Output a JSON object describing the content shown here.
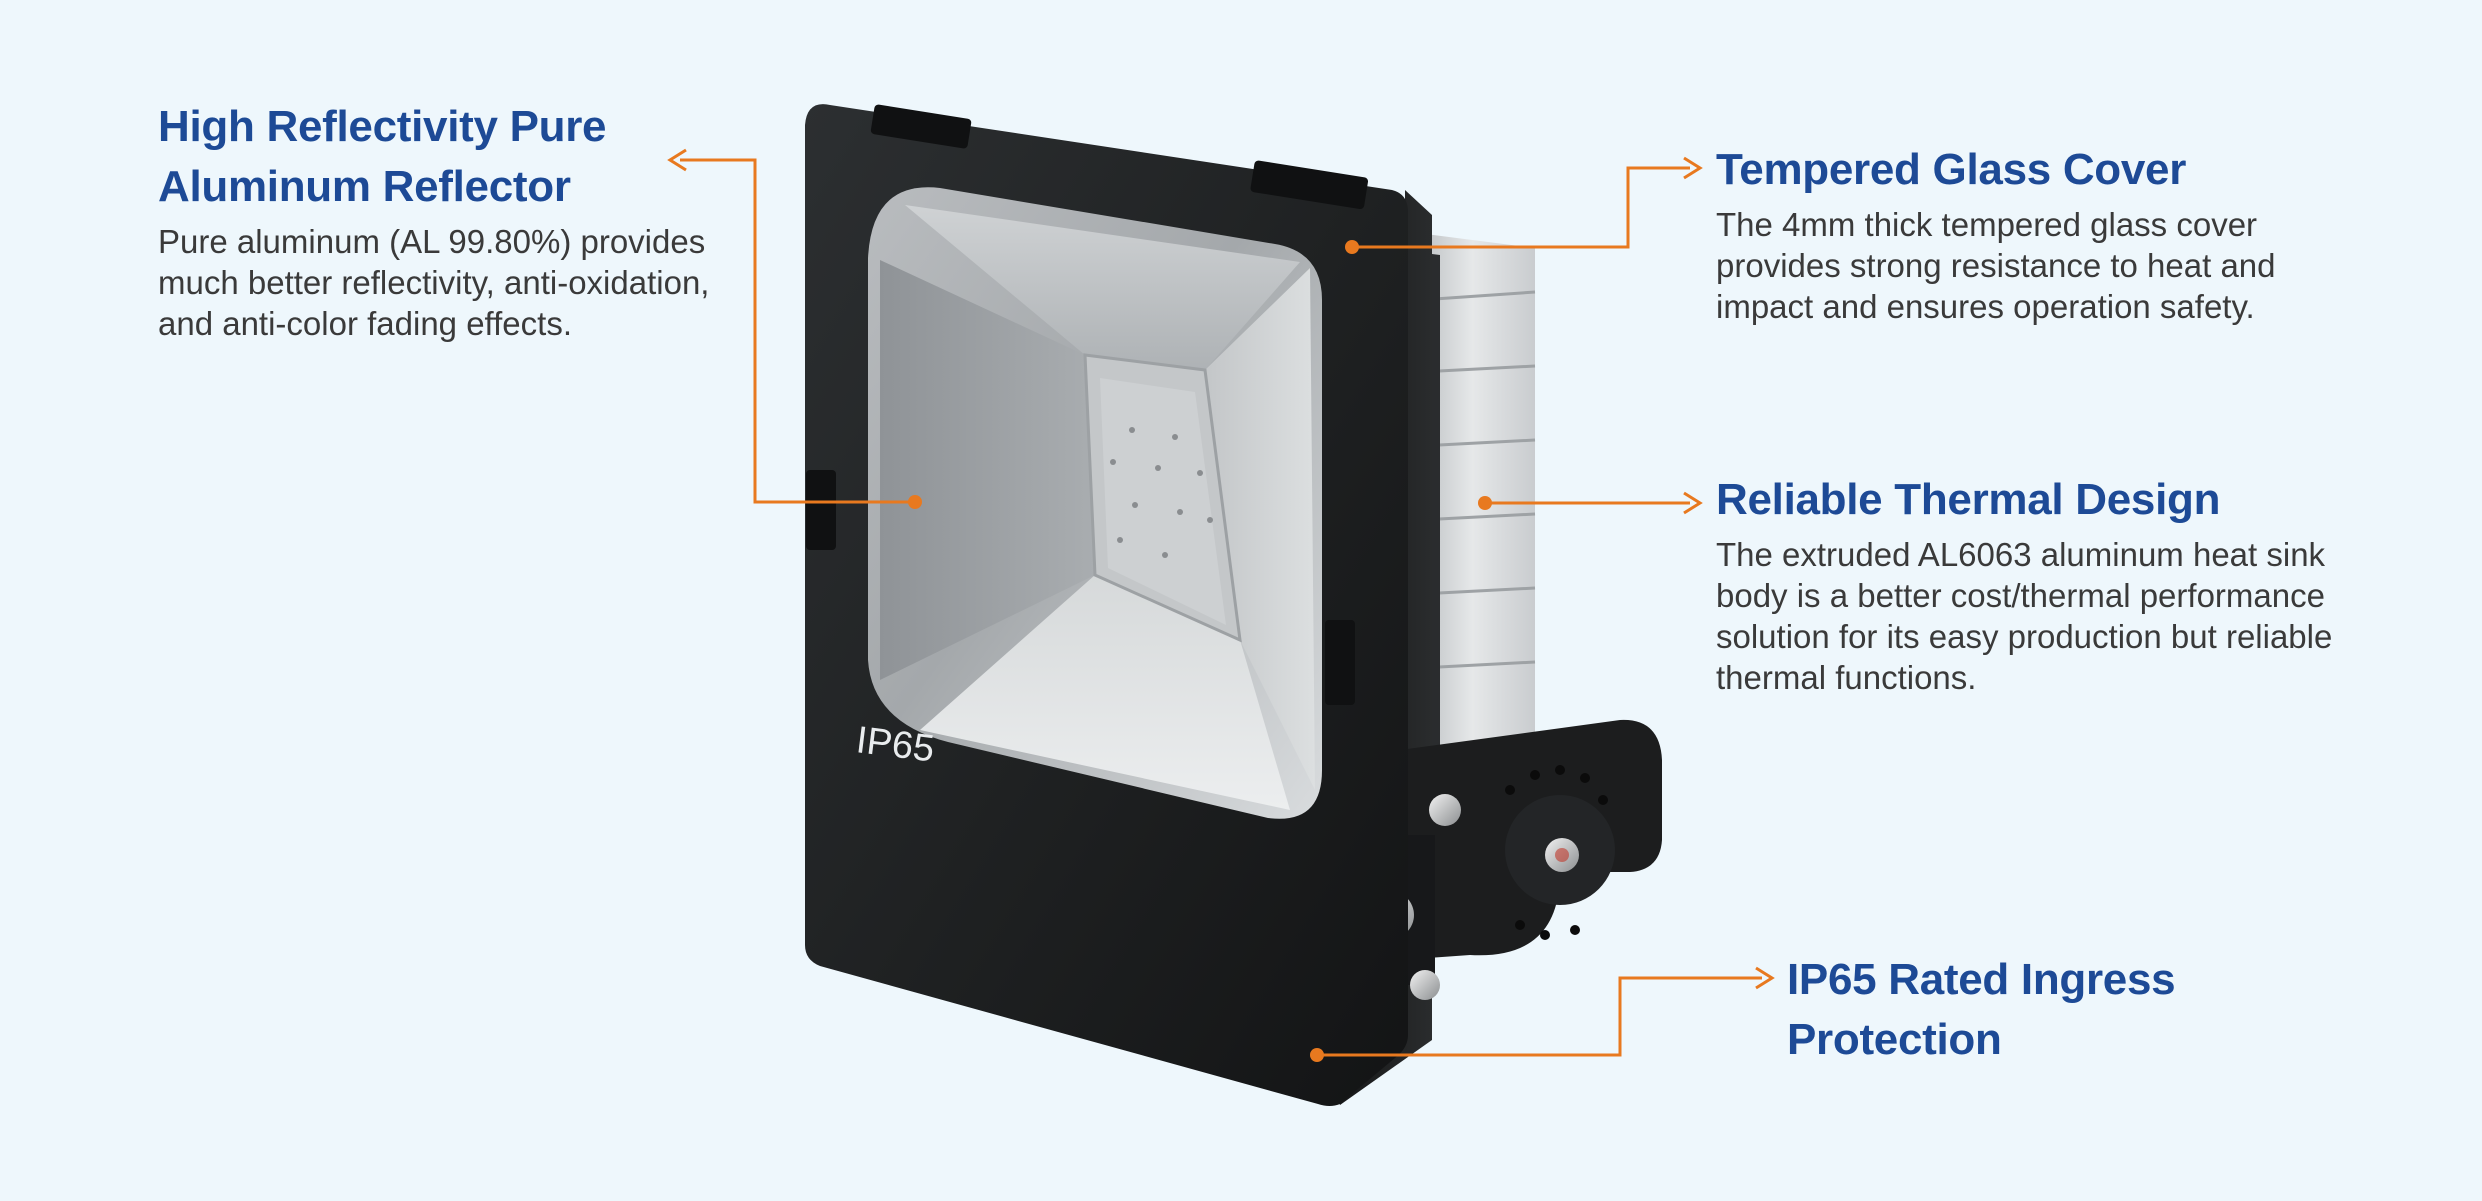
{
  "product": {
    "rating_label": "IP65"
  },
  "callouts": {
    "reflector": {
      "title": "High Reflectivity Pure Aluminum Reflector",
      "body": "Pure aluminum (AL 99.80%) provides much better reflectivity, anti-oxidation, and anti-color fading effects."
    },
    "glass": {
      "title": "Tempered Glass Cover",
      "body": "The 4mm thick tempered glass cover provides strong resistance to heat and impact and ensures operation safety."
    },
    "thermal": {
      "title": "Reliable Thermal Design",
      "body": "The extruded AL6063 aluminum heat sink body is a better cost/thermal performance solution for its easy production but reliable thermal functions."
    },
    "ip65": {
      "title": "IP65 Rated Ingress Protection",
      "body": ""
    }
  },
  "colors": {
    "background": "#eef7fc",
    "heading": "#1d4a96",
    "body_text": "#3a3a3a",
    "leader_line": "#e8791f",
    "housing": "#232526"
  }
}
